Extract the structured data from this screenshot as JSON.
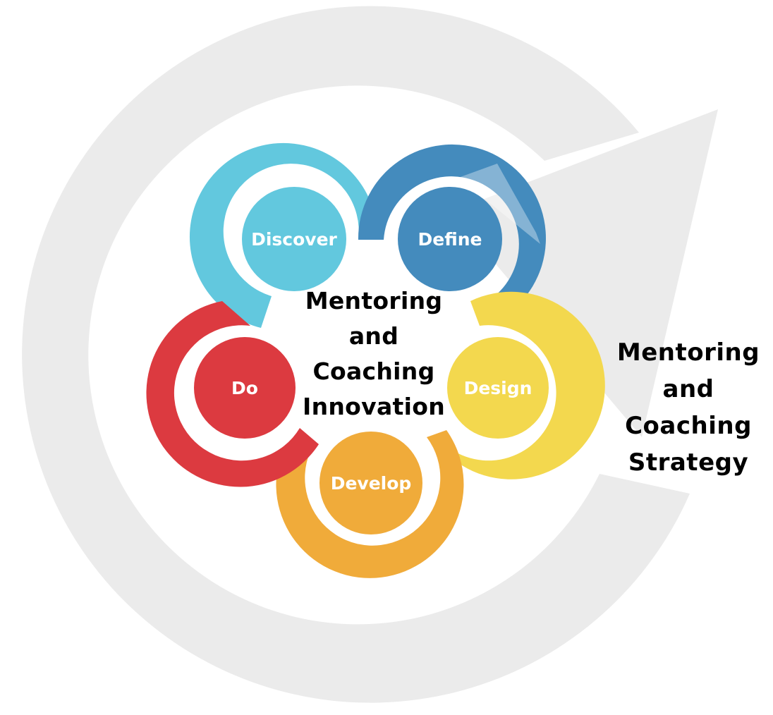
{
  "diagram": {
    "strategy_title": [
      "Mentoring",
      "and",
      "Coaching",
      "Strategy"
    ],
    "innovation_title": [
      "Mentoring",
      "and",
      "Coaching",
      "Innovation"
    ],
    "stages": [
      {
        "key": "discover",
        "label": "Discover",
        "color": "#62c8de"
      },
      {
        "key": "define",
        "label": "Define",
        "color": "#448bbd"
      },
      {
        "key": "design",
        "label": "Design",
        "color": "#f3d84e"
      },
      {
        "key": "develop",
        "label": "Develop",
        "color": "#f0ab3a"
      },
      {
        "key": "do",
        "label": "Do",
        "color": "#dc3a40"
      }
    ],
    "cycle_arrow_color": "#ebebeb",
    "label_color": "#ffffff"
  }
}
